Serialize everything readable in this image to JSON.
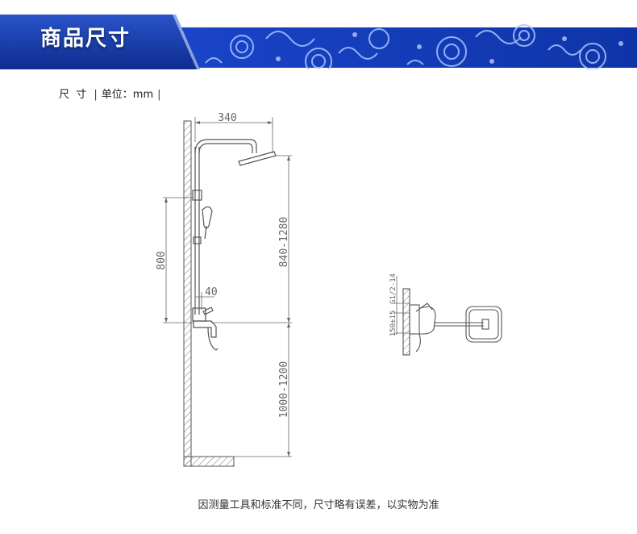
{
  "header": {
    "title": "商品尺寸"
  },
  "unit_line": {
    "label": "尺  寸",
    "unit": "单位：mm"
  },
  "dimensions": {
    "arm_length": "340",
    "head_height": "840-1280",
    "slide_rail": "800",
    "offset": "40",
    "mixer_height": "1000-1200",
    "thread": "G1/2-14",
    "center_distance": "150±15"
  },
  "footnote": "因测量工具和标准不同，尺寸略有误差，以实物为准",
  "colors": {
    "banner_blue": "#1a3fb0",
    "banner_dark": "#0c2a8a",
    "drawing_line": "#555555"
  }
}
